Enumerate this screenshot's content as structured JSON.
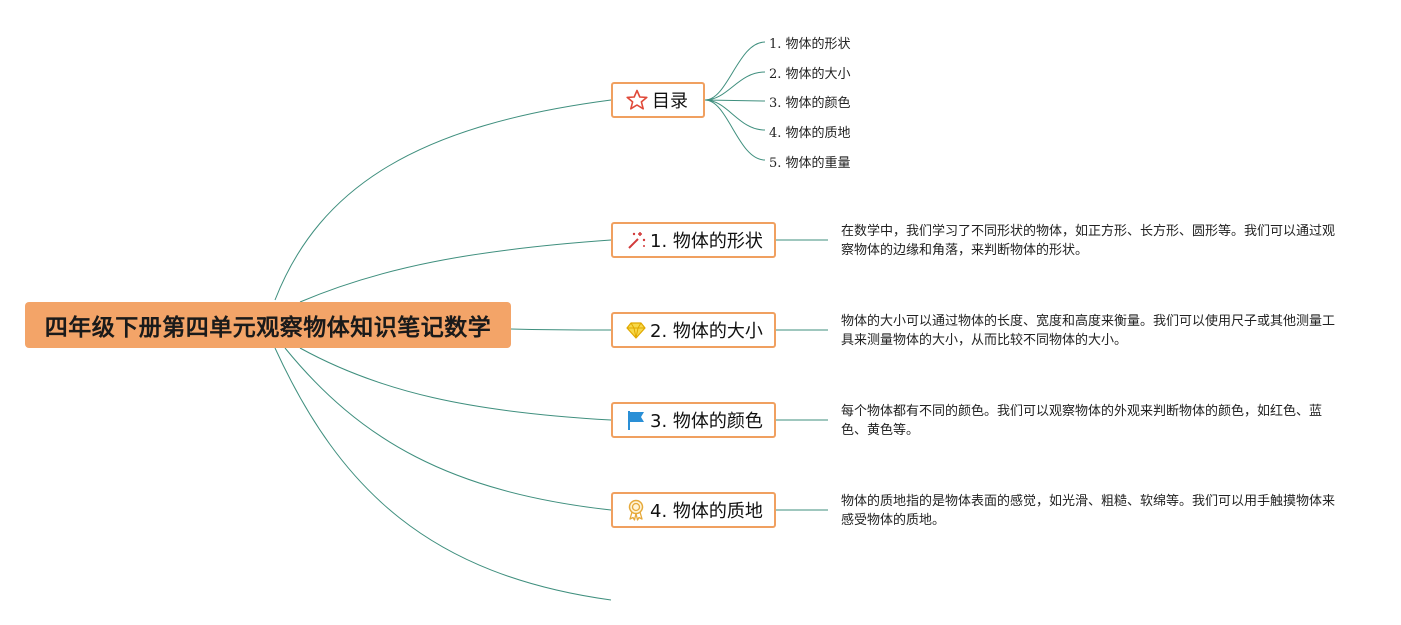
{
  "central_topic": "四年级下册第四单元观察物体知识笔记数学",
  "toc": {
    "label": "目录",
    "icon": "star-icon",
    "items": [
      "1. 物体的形状",
      "2. 物体的大小",
      "3. 物体的颜色",
      "4. 物体的质地",
      "5. 物体的重量"
    ]
  },
  "topics": [
    {
      "label": "1. 物体的形状",
      "icon": "magic-wand-icon",
      "desc": "在数学中，我们学习了不同形状的物体，如正方形、长方形、圆形等。我们可以通过观察物体的边缘和角落，来判断物体的形状。"
    },
    {
      "label": "2. 物体的大小",
      "icon": "diamond-icon",
      "desc": "物体的大小可以通过物体的长度、宽度和高度来衡量。我们可以使用尺子或其他测量工具来测量物体的大小，从而比较不同物体的大小。"
    },
    {
      "label": "3. 物体的颜色",
      "icon": "flag-icon",
      "desc": "每个物体都有不同的颜色。我们可以观察物体的外观来判断物体的颜色，如红色、蓝色、黄色等。"
    },
    {
      "label": "4. 物体的质地",
      "icon": "award-ribbon-icon",
      "desc": "物体的质地指的是物体表面的感觉，如光滑、粗糙、软绵等。我们可以用手触摸物体来感受物体的质地。"
    }
  ],
  "colors": {
    "root_fill": "#f3a468",
    "topic_border": "#f0a060",
    "connector": "#3f8f7e",
    "star": "#e04a3a",
    "wand": "#d23a3a",
    "diamond": "#f2c21b",
    "flag": "#2a8fd6",
    "award": "#e6a93a"
  }
}
